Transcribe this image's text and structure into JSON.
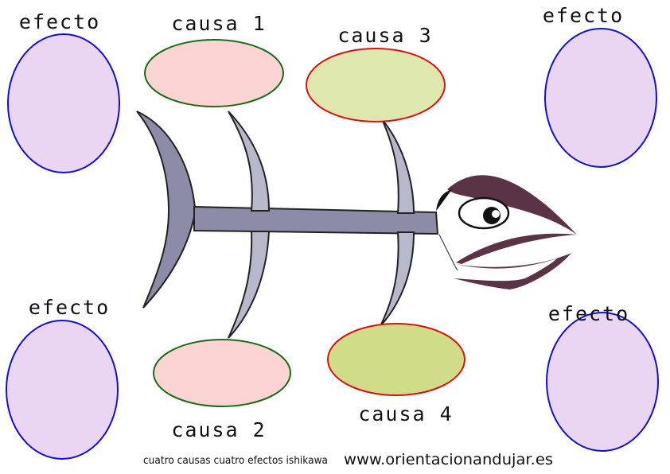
{
  "title": "Cuatro causas cuatro efectos Ishikawa",
  "effects": [
    {
      "label": "efecto"
    },
    {
      "label": "efecto"
    },
    {
      "label": "efecto"
    },
    {
      "label": "efecto"
    }
  ],
  "causes": [
    {
      "label": "causa 1"
    },
    {
      "label": "causa 2"
    },
    {
      "label": "causa 3"
    },
    {
      "label": "causa 4"
    }
  ],
  "footer": {
    "caption": "cuatro causas cuatro efectos ishikawa",
    "url": "www.orientacionandujar.es"
  },
  "colors": {
    "effect_fill": "#ead5f2",
    "effect_stroke": "#1010d0",
    "cause_pink_fill": "#fdd4d4",
    "cause_green_stroke": "#1a6a1a",
    "cause_olive_fill": "#dde7ae",
    "cause_olive_fill_dark": "#d0dc88",
    "cause_red_stroke": "#dd1010",
    "bone": "#8c8ca8",
    "head_outline": "#5a3446"
  }
}
